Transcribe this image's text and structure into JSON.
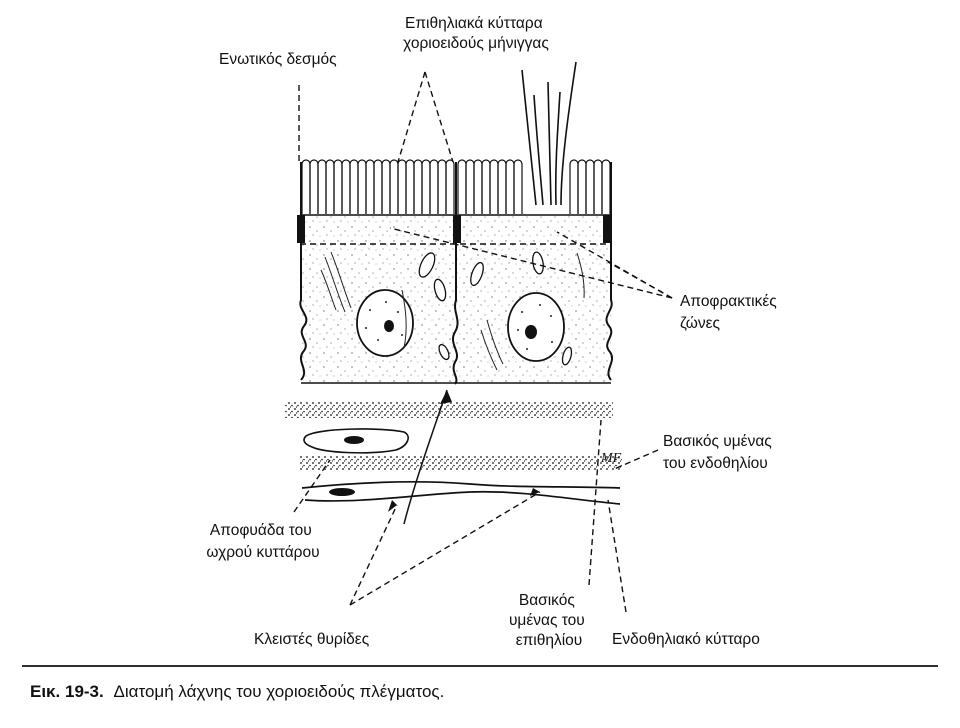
{
  "labels": {
    "epithelial_cells": [
      "Επιθηλιακά κύτταρα",
      "χοριοειδούς μήνιγγας"
    ],
    "junction": "Ενωτικός δεσμός",
    "tight_junctions": [
      "Αποφρακτικές",
      "ζώνες"
    ],
    "endothelium_basement": [
      "Βασικός υμένας",
      "του ενδοθηλίου"
    ],
    "pale_cell_process": [
      "Αποφυάδα του",
      "ωχρού κυττάρου"
    ],
    "epithelium_basement": [
      "Βασικός",
      "υμένας του",
      "επιθηλίου"
    ],
    "fenestrations": "Κλειστές θυρίδες",
    "endothelial_cell": "Ενδοθηλιακό κύτταρο",
    "mf_mark": "MF"
  },
  "caption": {
    "figure_number": "Εικ. 19-3.",
    "text": "Διατομή λάχνης του χοριοειδούς πλέγματος."
  }
}
